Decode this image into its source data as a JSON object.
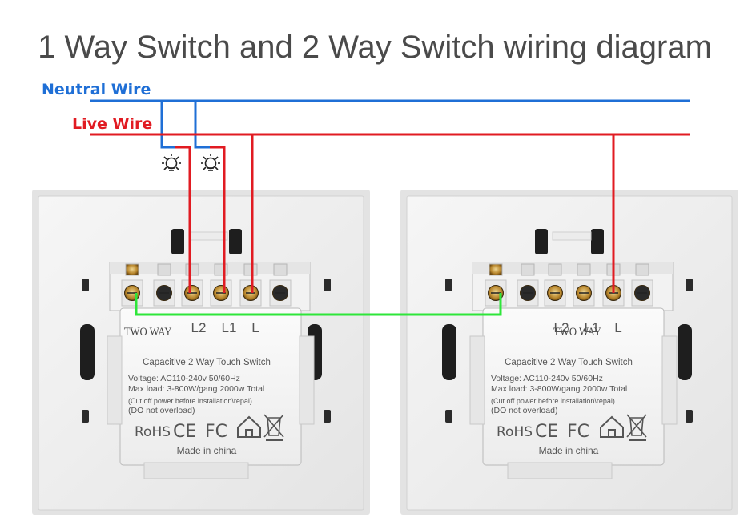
{
  "title": "1 Way Switch and 2 Way Switch wiring diagram",
  "wires": {
    "neutral_label": "Neutral Wire",
    "live_label": "Live Wire",
    "neutral_color": "#1f6fd6",
    "live_color": "#e11b22",
    "traveler_color": "#2ee63a"
  },
  "switches": [
    {
      "type_label": "TWO WAY",
      "terminal_labels": [
        "L2",
        "L1",
        "L"
      ],
      "product_name": "Capacitive 2 Way Touch Switch",
      "voltage": "Voltage: AC110-240v 50/60Hz",
      "max_load": "Max load: 3-800W/gang  2000w Total",
      "caution": "(Cut off power before installation\\repal)",
      "overload": "(DO not overload)",
      "marks": [
        "RoHS",
        "CE",
        "FC"
      ],
      "made_in": "Made in china"
    },
    {
      "type_label": "TWO WAY",
      "terminal_labels": [
        "L2",
        "L1",
        "L"
      ],
      "product_name": "Capacitive 2 Way Touch Switch",
      "voltage": "Voltage: AC110-240v 50/60Hz",
      "max_load": "Max load: 3-800W/gang  2000w Total",
      "caution": "(Cut off power before installation\\repal)",
      "overload": "(DO not overload)",
      "marks": [
        "RoHS",
        "CE",
        "FC"
      ],
      "made_in": "Made in china"
    }
  ],
  "icons": [
    "light-bulb-icon",
    "light-bulb-icon",
    "home-icon",
    "weee-bin-icon",
    "screw-terminal-icon"
  ]
}
